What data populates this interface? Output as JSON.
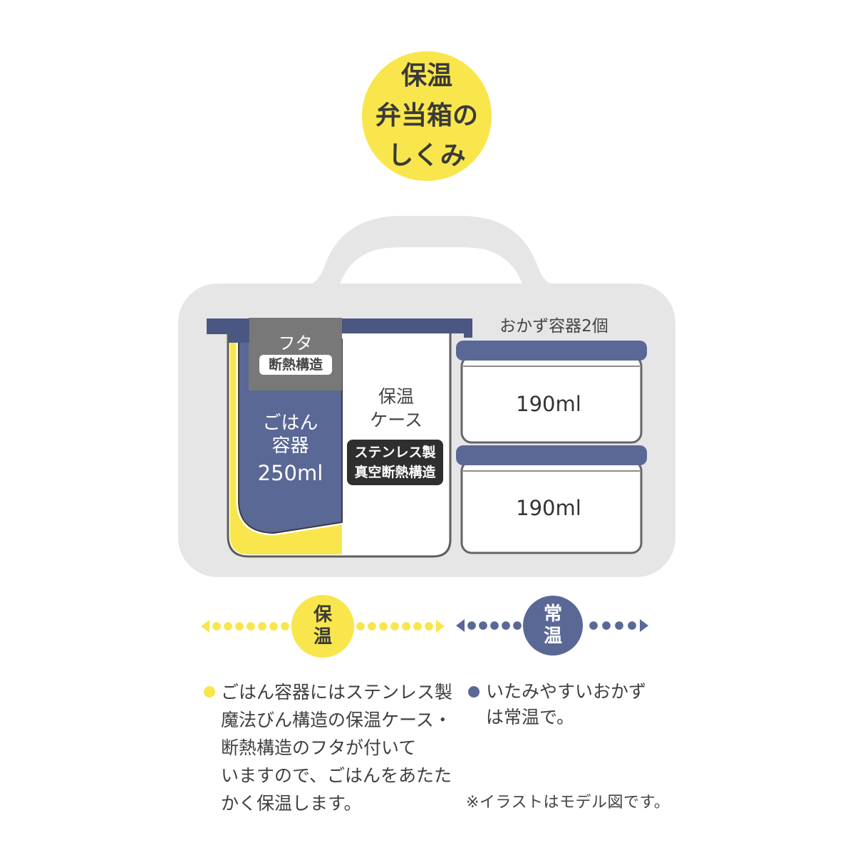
{
  "title": {
    "lines": [
      "保温",
      "弁当箱の",
      "しくみ"
    ]
  },
  "colors": {
    "warm_yellow": "#f8e64c",
    "navy": "#5a6896",
    "lid_navy": "#4b5783",
    "bag_gray": "#e6e6e6",
    "insulation_gray": "#787878",
    "badge_black": "#2f2f2f",
    "text": "#3f3f3f"
  },
  "diagram": {
    "lid": {
      "label": "フタ",
      "badge": "断熱構造"
    },
    "rice_container": {
      "label_lines": [
        "ごはん",
        "容器"
      ],
      "capacity": "250ml"
    },
    "thermal_case": {
      "label_lines": [
        "保温",
        "ケース"
      ],
      "badge_lines": [
        "ステンレス製",
        "真空断熱構造"
      ]
    },
    "side_containers": {
      "label": "おかず容器2個",
      "capacities": [
        "190ml",
        "190ml"
      ]
    }
  },
  "zones": {
    "warm": {
      "label": "保温"
    },
    "room_temperature": {
      "label": "常温"
    }
  },
  "descriptions": {
    "warm": {
      "lines": [
        "ごはん容器にはステンレス製",
        "魔法びん構造の保温ケース・",
        "断熱構造のフタが付いて",
        "いますので、ごはんをあたた",
        "かく保温します。"
      ]
    },
    "room_temperature": {
      "lines": [
        "いたみやすいおかず",
        "は常温で。"
      ]
    }
  },
  "note": "※イラストはモデル図です。"
}
